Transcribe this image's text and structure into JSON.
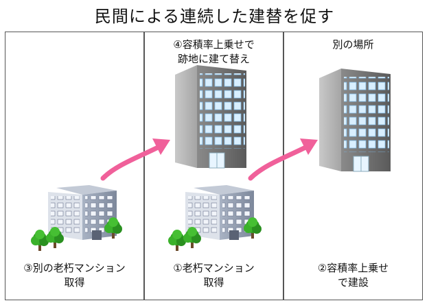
{
  "title": "民間による連続した建替を促す",
  "panels": [
    {
      "top_label": "",
      "bottom_label": "③別の老朽マンション\n取得"
    },
    {
      "top_label": "④容積率上乗せで\n跡地に建て替え",
      "bottom_label": "①老朽マンション\n取得"
    },
    {
      "top_label": "別の場所",
      "bottom_label": "②容積率上乗せ\nで建設"
    }
  ],
  "colors": {
    "arrow": "#f0609a",
    "border": "#555555",
    "tree": "#33aa22"
  },
  "icons": [
    "tall-office-building-icon",
    "old-apartment-building-icon",
    "tree-icon",
    "curved-arrow-icon"
  ]
}
